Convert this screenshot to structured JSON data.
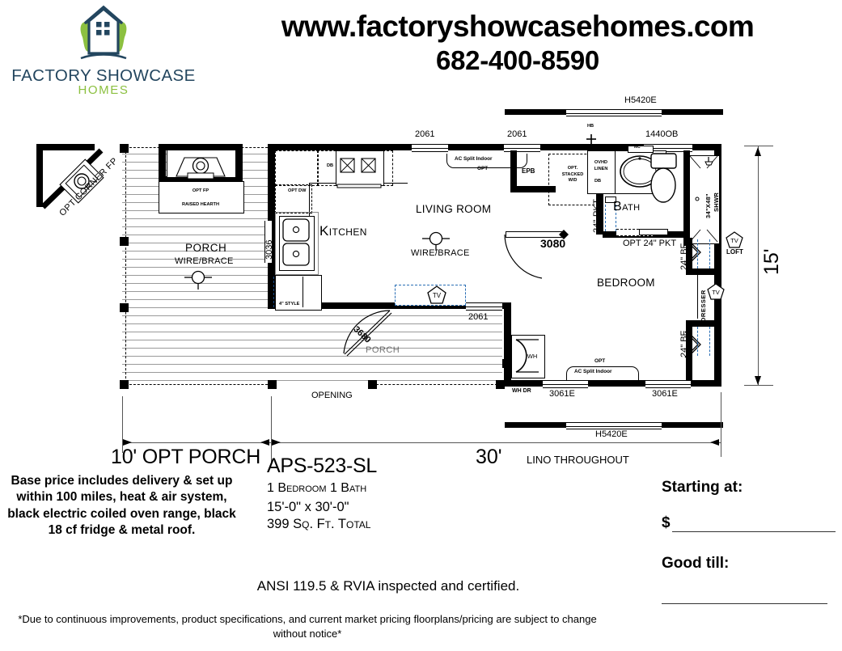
{
  "header": {
    "logo_name": "FACTORY SHOWCASE",
    "logo_sub": "HOMES",
    "logo_icon": "house-in-hands-icon",
    "website": "www.factoryshowcasehomes.com",
    "phone": "682-400-8590"
  },
  "plan": {
    "rooms": {
      "porch": "PORCH",
      "porch_wire_brace": "WIRE/BRACE",
      "kitchen": "Kitchen",
      "living_room": "LIVING ROOM",
      "living_wire_brace": "WIRE/BRACE",
      "bath": "Bath",
      "bedroom": "BEDROOM",
      "porch_lower": "PORCH"
    },
    "annotations": {
      "opt_corner_fp": "OPT CORNER FP",
      "opt_fp": "OPT FP",
      "raised_hearth": "RAISED HEARTH",
      "win_3036": "3036",
      "db_kitchen": "DB",
      "opt_dw": "OPT DW",
      "style_4in": "4\" STYLE",
      "door_3680": "3680",
      "win_2061_a": "2061",
      "win_2061_b": "2061",
      "win_2061_c": "2061",
      "ac_split_indoor": "AC Split Indoor",
      "ac_opt": "OPT",
      "epb": "EPB",
      "opt_stacked_wd": "OPT.\nSTACKED\nW/D",
      "pkt_24_a": "24\" PKT",
      "door_3080": "3080",
      "ovhd_linen": "OVHD\nLINEN",
      "db_bath": "DB",
      "hb": "HB",
      "mc": "MC",
      "win_1440ob": "1440OB",
      "shwr": "34\"X48\"\nSHWR",
      "opt_24_pkt": "OPT 24\" PKT",
      "bf_24_a": "24\" BF",
      "bf_24_b": "24\" BF",
      "dresser": "DRESSER",
      "tv_loft": "LOFT",
      "tv_icon": "TV",
      "opt_ac_bedroom_title": "OPT",
      "opt_ac_bedroom": "AC Split Indoor",
      "win_3061e_a": "3061E",
      "win_3061e_b": "3061E",
      "wh": "WH",
      "wh_dr": "WH DR",
      "opening": "OPENING",
      "header_h5420e_top": "H5420E",
      "header_h5420e_bottom": "H5420E",
      "lino": "LINO THROUGHOUT"
    },
    "dimensions": {
      "porch_width": "10' OPT PORCH",
      "home_length": "30'",
      "home_width": "15'"
    }
  },
  "footer": {
    "base_price_note": "Base price includes delivery & set up within  100 miles, heat & air system, black electric coiled oven range, black  18 cf fridge & metal roof.",
    "model_name": "APS-523-SL",
    "model_beds": "1 Bedroom  1 Bath",
    "model_size": "15'-0\" x 30'-0\"",
    "model_sqft": "399 Sq. Ft. Total",
    "ansi": "ANSI 119.5 & RVIA inspected and certified.",
    "disclaimer": "*Due to continuous improvements, product specifications, and current market pricing floorplans/pricing are subject to change without notice*",
    "starting_at": "Starting at:",
    "dollar_sign": "$",
    "good_till": "Good till:"
  },
  "colors": {
    "logo_navy": "#23465f",
    "logo_green": "#8cc040",
    "ink": "#000000"
  }
}
